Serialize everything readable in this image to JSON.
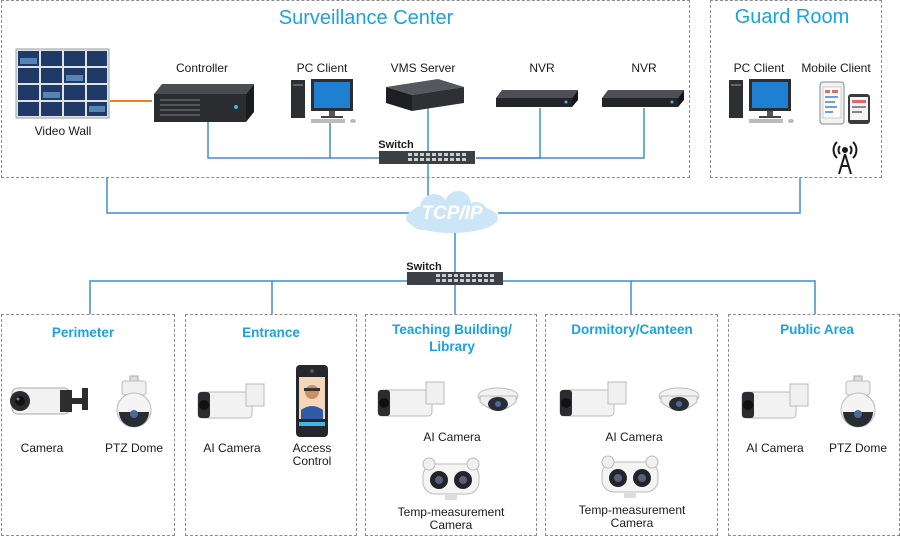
{
  "groups": {
    "surveillance": "Surveillance Center",
    "guard": "Guard Room"
  },
  "devices": {
    "video_wall": "Video Wall",
    "controller": "Controller",
    "pc_client": "PC Client",
    "vms_server": "VMS Server",
    "nvr1": "NVR",
    "nvr2": "NVR",
    "switch_top": "Switch",
    "guard_pc": "PC Client",
    "mobile_client": "Mobile Client",
    "tcpip": "TCP/IP",
    "switch_main": "Switch"
  },
  "zones": {
    "perimeter": {
      "title": "Perimeter",
      "camera": "Camera",
      "ptz": "PTZ Dome"
    },
    "entrance": {
      "title": "Entrance",
      "ai_camera": "AI Camera",
      "access_line1": "Access",
      "access_line2": "Control"
    },
    "teaching": {
      "title_line1": "Teaching Building/",
      "title_line2": "Library",
      "ai_camera": "AI Camera",
      "temp_line1": "Temp-measurement",
      "temp_line2": "Camera"
    },
    "dormitory": {
      "title": "Dormitory/Canteen",
      "ai_camera": "AI Camera",
      "temp_line1": "Temp-measurement",
      "temp_line2": "Camera"
    },
    "public": {
      "title": "Public Area",
      "ai_camera": "AI Camera",
      "ptz": "PTZ Dome"
    }
  },
  "colors": {
    "title_blue": "#1aa3df",
    "link_blue": "#3e8ed0",
    "video_link": "#ee7d20",
    "border": "#8c8c8c"
  }
}
